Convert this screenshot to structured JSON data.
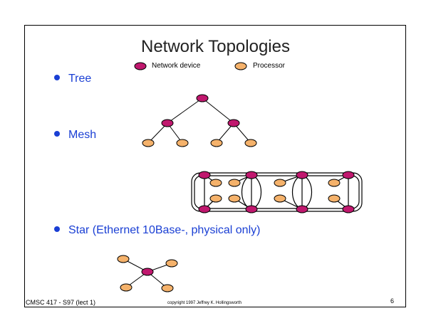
{
  "slide": {
    "title": "Network Topologies",
    "page_number": "6"
  },
  "legend": {
    "network_device_label": "Network device",
    "processor_label": "Processor",
    "network_device_color": "#c0186e",
    "processor_color": "#f5b26b"
  },
  "bullets": [
    {
      "label": "Tree"
    },
    {
      "label": "Mesh"
    },
    {
      "label": "Star (Ethernet 10Base-, physical only)"
    }
  ],
  "footer": {
    "course": "CMSC 417 - S97  (lect 1)",
    "copyright": "copyright 1997  Jeffrey K. Hollingsworth"
  }
}
